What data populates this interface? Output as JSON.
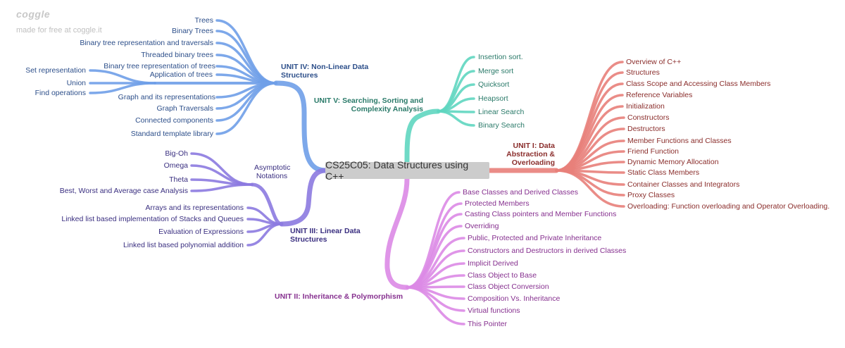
{
  "watermark": {
    "logo": "coggle",
    "tagline": "made for free at coggle.it"
  },
  "root": {
    "title": "CS25C05: Data Structures using C++"
  },
  "colors": {
    "unit4": "#6f9fe8",
    "unit4_text": "#2d4f8a",
    "unit5": "#5fd6c0",
    "unit5_text": "#2a7a69",
    "unit1": "#e87f7a",
    "unit1_text": "#8a2d2b",
    "unit3": "#8c7ae0",
    "unit3_text": "#3a2f80",
    "unit2": "#dc8ae6",
    "unit2_text": "#86308f"
  },
  "unit4": {
    "title": "UNIT IV: Non-Linear Data Structures",
    "title_lines": [
      "UNIT IV: Non-Linear Data",
      "Structures"
    ],
    "items": [
      "Trees",
      "Binary Trees",
      "Binary tree representation and traversals",
      "Threaded binary trees",
      "Binary tree representation of trees",
      "Application of trees",
      "Graph and its representations",
      "Graph Traversals",
      "Connected components",
      "Standard template library"
    ],
    "sub_items": [
      "Set representation",
      "Union",
      "Find operations"
    ]
  },
  "unit5": {
    "title": "UNIT V: Searching, Sorting and Complexity Analysis",
    "title_lines": [
      "UNIT V: Searching, Sorting and",
      "Complexity Analysis"
    ],
    "items": [
      "Insertion sort.",
      "Merge sort",
      "Quicksort",
      "Heapsort",
      "Linear Search",
      "Binary Search"
    ]
  },
  "unit1": {
    "title": "UNIT I: Data Abstraction & Overloading",
    "title_lines": [
      "UNIT I: Data",
      "Abstraction &",
      "Overloading"
    ],
    "items": [
      "Overview of C++",
      "Structures",
      "Class Scope and Accessing Class Members",
      "Reference Variables",
      "Initialization",
      "Constructors",
      "Destructors",
      "Member Functions and Classes",
      "Friend Function",
      "Dynamic Memory Allocation",
      "Static Class Members",
      "Container Classes and Integrators",
      "Proxy Classes",
      "Overloading: Function overloading and Operator Overloading."
    ]
  },
  "unit3": {
    "title": "UNIT III: Linear Data Structures",
    "title_lines": [
      "UNIT III: Linear Data",
      "Structures"
    ],
    "asymptotic": {
      "title_lines": [
        "Asymptotic",
        "Notations"
      ],
      "items": [
        "Big-Oh",
        "Omega",
        "Theta",
        "Best, Worst and Average case Analysis"
      ]
    },
    "items": [
      "Arrays and its representations",
      "Linked list based implementation of Stacks and Queues",
      "Evaluation of Expressions",
      "Linked list based polynomial addition"
    ]
  },
  "unit2": {
    "title": "UNIT II: Inheritance & Polymorphism",
    "items": [
      "Base Classes and Derived Classes",
      "Protected Members",
      "Casting Class pointers and Member Functions",
      "Overriding",
      "Public, Protected and Private Inheritance",
      "Constructors and Destructors in derived Classes",
      "Implicit Derived",
      "Class Object to Base",
      "Class Object Conversion",
      "Composition Vs. Inheritance",
      "Virtual functions",
      "This Pointer"
    ]
  }
}
